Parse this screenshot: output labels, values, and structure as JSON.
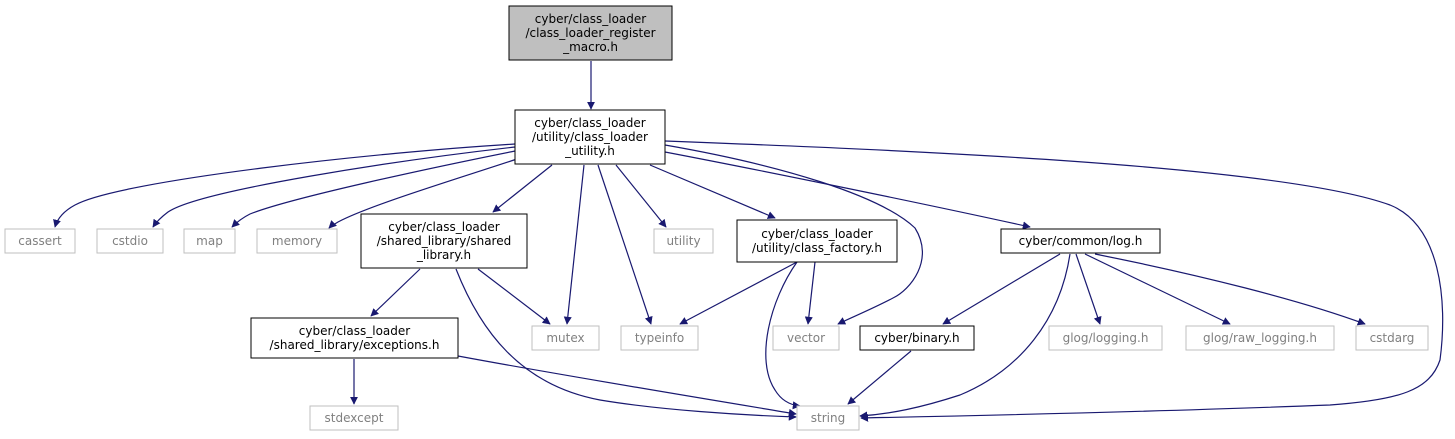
{
  "diagram": {
    "kind": "include-dependency-graph",
    "colors": {
      "edge": "#191970",
      "root_fill": "#bfbfbf",
      "internal_border": "#000000",
      "external_border": "#bfbfbf",
      "external_text": "#808080"
    },
    "nodes": [
      {
        "id": "root",
        "type": "root",
        "lines": [
          "cyber/class_loader",
          "/class_loader_register",
          "_macro.h"
        ]
      },
      {
        "id": "class_loader_utility",
        "type": "internal",
        "lines": [
          "cyber/class_loader",
          "/utility/class_loader",
          "_utility.h"
        ]
      },
      {
        "id": "cassert",
        "type": "external",
        "lines": [
          "cassert"
        ]
      },
      {
        "id": "cstdio",
        "type": "external",
        "lines": [
          "cstdio"
        ]
      },
      {
        "id": "map",
        "type": "external",
        "lines": [
          "map"
        ]
      },
      {
        "id": "memory",
        "type": "external",
        "lines": [
          "memory"
        ]
      },
      {
        "id": "shared_library",
        "type": "internal",
        "lines": [
          "cyber/class_loader",
          "/shared_library/shared",
          "_library.h"
        ]
      },
      {
        "id": "utility",
        "type": "external",
        "lines": [
          "utility"
        ]
      },
      {
        "id": "class_factory",
        "type": "internal",
        "lines": [
          "cyber/class_loader",
          "/utility/class_factory.h"
        ]
      },
      {
        "id": "log",
        "type": "internal",
        "lines": [
          "cyber/common/log.h"
        ]
      },
      {
        "id": "exceptions",
        "type": "internal",
        "lines": [
          "cyber/class_loader",
          "/shared_library/exceptions.h"
        ]
      },
      {
        "id": "mutex",
        "type": "external",
        "lines": [
          "mutex"
        ]
      },
      {
        "id": "typeinfo",
        "type": "external",
        "lines": [
          "typeinfo"
        ]
      },
      {
        "id": "vector",
        "type": "external",
        "lines": [
          "vector"
        ]
      },
      {
        "id": "binary",
        "type": "internal",
        "lines": [
          "cyber/binary.h"
        ]
      },
      {
        "id": "glog_logging",
        "type": "external",
        "lines": [
          "glog/logging.h"
        ]
      },
      {
        "id": "glog_raw_logging",
        "type": "external",
        "lines": [
          "glog/raw_logging.h"
        ]
      },
      {
        "id": "cstdarg",
        "type": "external",
        "lines": [
          "cstdarg"
        ]
      },
      {
        "id": "stdexcept",
        "type": "external",
        "lines": [
          "stdexcept"
        ]
      },
      {
        "id": "string",
        "type": "external",
        "lines": [
          "string"
        ]
      }
    ],
    "edges": [
      {
        "from": "root",
        "to": "class_loader_utility"
      },
      {
        "from": "class_loader_utility",
        "to": "cassert"
      },
      {
        "from": "class_loader_utility",
        "to": "cstdio"
      },
      {
        "from": "class_loader_utility",
        "to": "map"
      },
      {
        "from": "class_loader_utility",
        "to": "memory"
      },
      {
        "from": "class_loader_utility",
        "to": "shared_library"
      },
      {
        "from": "class_loader_utility",
        "to": "mutex"
      },
      {
        "from": "class_loader_utility",
        "to": "typeinfo"
      },
      {
        "from": "class_loader_utility",
        "to": "utility"
      },
      {
        "from": "class_loader_utility",
        "to": "class_factory"
      },
      {
        "from": "class_loader_utility",
        "to": "vector"
      },
      {
        "from": "class_loader_utility",
        "to": "log"
      },
      {
        "from": "class_loader_utility",
        "to": "string"
      },
      {
        "from": "shared_library",
        "to": "exceptions"
      },
      {
        "from": "shared_library",
        "to": "mutex"
      },
      {
        "from": "shared_library",
        "to": "string"
      },
      {
        "from": "exceptions",
        "to": "stdexcept"
      },
      {
        "from": "exceptions",
        "to": "string"
      },
      {
        "from": "class_factory",
        "to": "typeinfo"
      },
      {
        "from": "class_factory",
        "to": "vector"
      },
      {
        "from": "class_factory",
        "to": "string"
      },
      {
        "from": "log",
        "to": "binary"
      },
      {
        "from": "log",
        "to": "string"
      },
      {
        "from": "log",
        "to": "glog_logging"
      },
      {
        "from": "log",
        "to": "glog_raw_logging"
      },
      {
        "from": "log",
        "to": "cstdarg"
      },
      {
        "from": "binary",
        "to": "string"
      }
    ]
  }
}
